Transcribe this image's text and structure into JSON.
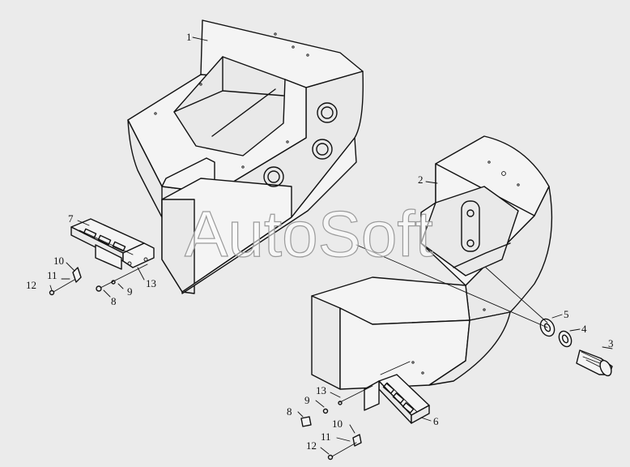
{
  "watermark": "AutoSoft",
  "callouts": [
    {
      "id": "c1",
      "text": "1"
    },
    {
      "id": "c2",
      "text": "2"
    },
    {
      "id": "c3",
      "text": "3"
    },
    {
      "id": "c4",
      "text": "4"
    },
    {
      "id": "c5",
      "text": "5"
    },
    {
      "id": "c6",
      "text": "6"
    },
    {
      "id": "c7",
      "text": "7"
    },
    {
      "id": "c8a",
      "text": "8"
    },
    {
      "id": "c8b",
      "text": "8"
    },
    {
      "id": "c9a",
      "text": "9"
    },
    {
      "id": "c9b",
      "text": "9"
    },
    {
      "id": "c10a",
      "text": "10"
    },
    {
      "id": "c10b",
      "text": "10"
    },
    {
      "id": "c11a",
      "text": "11"
    },
    {
      "id": "c11b",
      "text": "11"
    },
    {
      "id": "c12a",
      "text": "12"
    },
    {
      "id": "c12b",
      "text": "12"
    },
    {
      "id": "c13a",
      "text": "13"
    },
    {
      "id": "c13b",
      "text": "13"
    }
  ]
}
